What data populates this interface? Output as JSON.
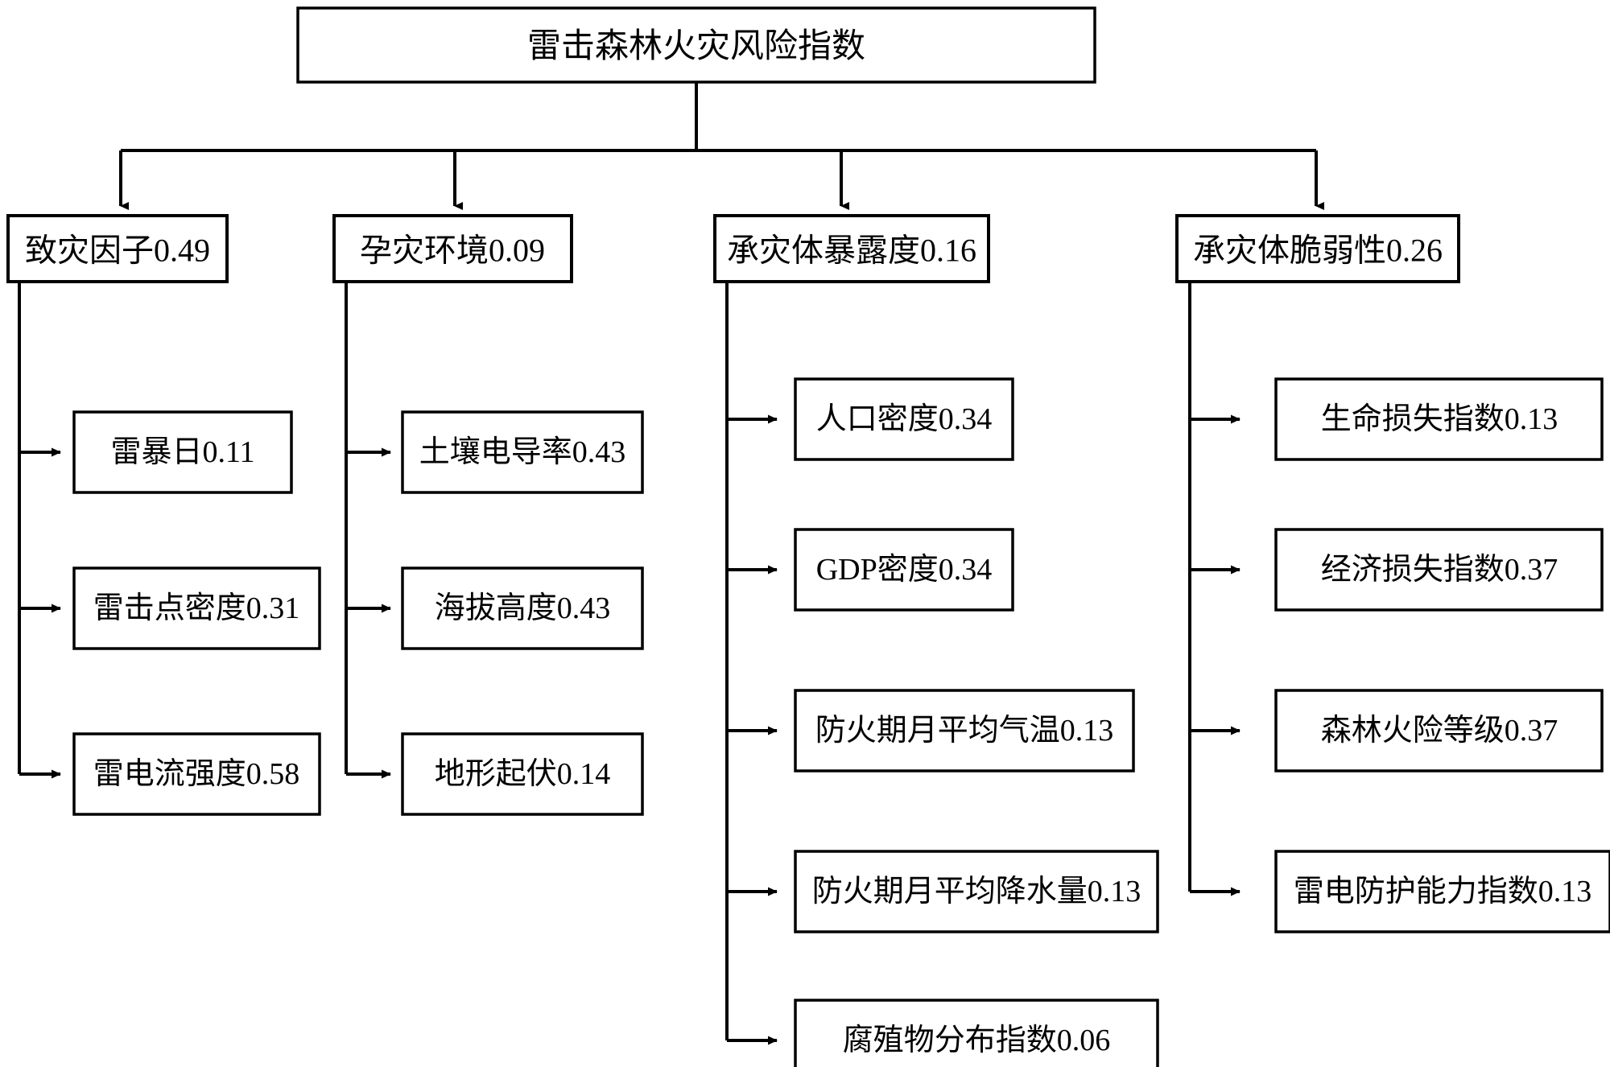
{
  "diagram": {
    "title_node": {
      "label": "雷击森林火灾风险指数",
      "weight": null
    },
    "branches": [
      {
        "label": "致灾因子0.49",
        "name": "hazard-factor",
        "children": [
          {
            "label": "雷暴日0.11",
            "name": "thunderstorm-days"
          },
          {
            "label": "雷击点密度0.31",
            "name": "lightning-strike-density"
          },
          {
            "label": "雷电流强度0.58",
            "name": "lightning-current-intensity"
          }
        ]
      },
      {
        "label": "孕灾环境0.09",
        "name": "disaster-breeding-environment",
        "children": [
          {
            "label": "土壤电导率0.43",
            "name": "soil-conductivity"
          },
          {
            "label": "海拔高度0.43",
            "name": "elevation"
          },
          {
            "label": "地形起伏0.14",
            "name": "terrain-relief"
          }
        ]
      },
      {
        "label": "承灾体暴露度0.16",
        "name": "exposure-of-hazard-bearing-body",
        "children": [
          {
            "label": "人口密度0.34",
            "name": "population-density"
          },
          {
            "label": "GDP密度0.34",
            "name": "gdp-density"
          },
          {
            "label": "防火期月平均气温0.13",
            "name": "fire-season-mean-temperature"
          },
          {
            "label": "防火期月平均降水量0.13",
            "name": "fire-season-mean-precipitation"
          },
          {
            "label": "腐殖物分布指数0.06",
            "name": "humus-distribution-index"
          }
        ]
      },
      {
        "label": "承灾体脆弱性0.26",
        "name": "vulnerability-of-hazard-bearing-body",
        "children": [
          {
            "label": "生命损失指数0.13",
            "name": "life-loss-index"
          },
          {
            "label": "经济损失指数0.37",
            "name": "economic-loss-index"
          },
          {
            "label": "森林火险等级0.37",
            "name": "forest-fire-danger-rating"
          },
          {
            "label": "雷电防护能力指数0.13",
            "name": "lightning-protection-capability-index"
          }
        ]
      }
    ],
    "colors": {
      "line": "#000000",
      "box_fill": "#ffffff",
      "text": "#000000",
      "background": "#ffffff"
    }
  }
}
